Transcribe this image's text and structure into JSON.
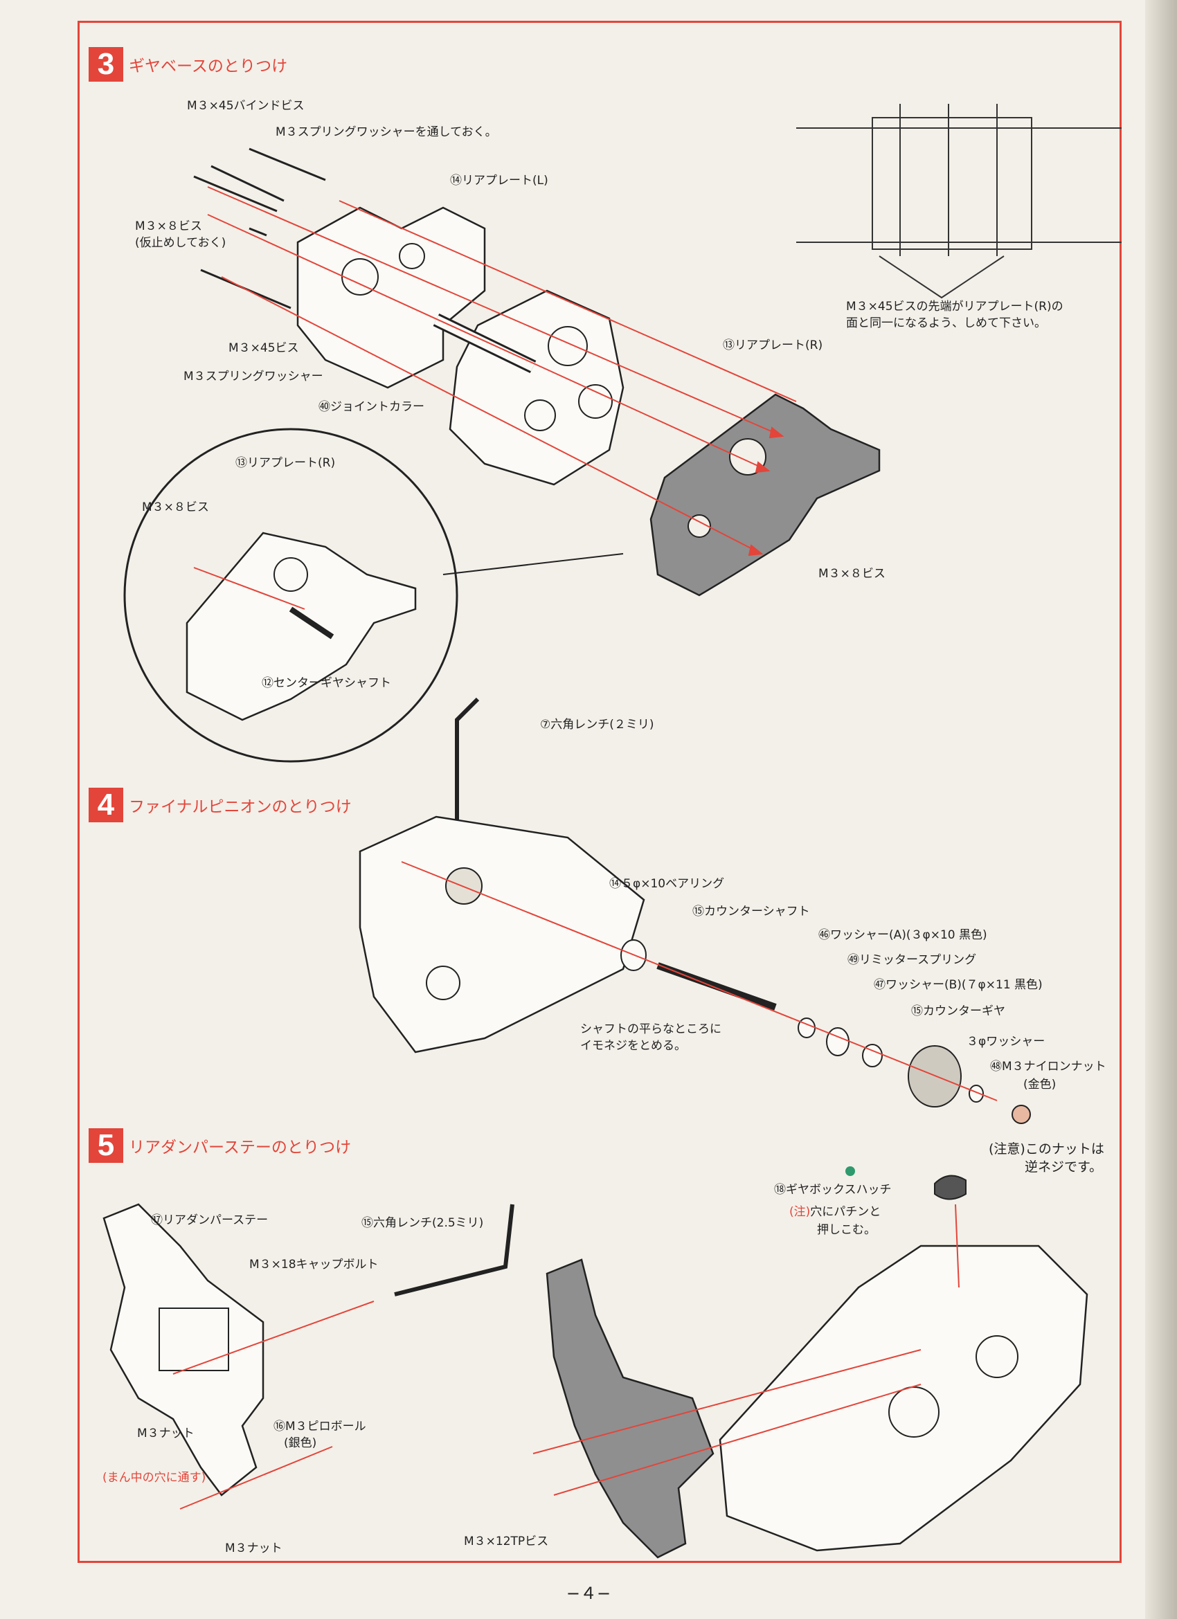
{
  "sections": [
    {
      "num": "3",
      "title": "ギヤベースのとりつけ"
    },
    {
      "num": "4",
      "title": "ファイナルピニオンのとりつけ"
    },
    {
      "num": "5",
      "title": "リアダンパーステーのとりつけ"
    }
  ],
  "sec3": {
    "bind_screw": "M３×45バインドビス",
    "spring_washer_through": "M３スプリングワッシャーを通しておく。",
    "rear_plate_l": "⑭リアプレート(L)",
    "m3x8_temp_line1": "M３×８ビス",
    "m3x8_temp_line2": "(仮止めしておく)",
    "m3x45": "M３×45ビス",
    "m3_spring_washer": "M３スプリングワッシャー",
    "joint_collar": "㊵ジョイントカラー",
    "rear_plate_r": "⑬リアプレート(R)",
    "m3x8_right": "M３×８ビス",
    "note_line1": "M３×45ビスの先端がリアプレート(R)の",
    "note_line2": "面と同一になるよう、しめて下さい。",
    "inset_rear_plate_r": "⑬リアプレート(R)",
    "inset_m3x8": "M３×８ビス",
    "inset_center_gear_shaft": "⑫センターギヤシャフト"
  },
  "sec4": {
    "hex_wrench_2": "⑦六角レンチ(２ミリ)",
    "bearing": "⑭５φ×10ベアリング",
    "counter_shaft": "⑮カウンターシャフト",
    "washer_a": "㊻ワッシャー(A)(３φ×10 黒色)",
    "limiter_spring": "㊾リミッタースプリング",
    "washer_b": "㊼ワッシャー(B)(７φ×11 黒色)",
    "counter_gear": "⑮カウンターギヤ",
    "washer_3": "３φワッシャー",
    "nylon_nut": "㊽M３ナイロンナット",
    "nylon_nut_color": "(金色)",
    "shaft_note_line1": "シャフトの平らなところに",
    "shaft_note_line2": "イモネジをとめる。",
    "caution_prefix": "(注意)",
    "caution_line1": "このナットは",
    "caution_line2": "逆ネジです。"
  },
  "sec5": {
    "rear_damper_stay": "⑰リアダンパーステー",
    "hex_wrench_25": "⑮六角レンチ(2.5ミリ)",
    "cap_bolt": "M３×18キャップボルト",
    "m3_nut_1": "M３ナット",
    "pillow_ball": "⑯M３ピロボール",
    "pillow_ball_color": "(銀色)",
    "center_hole": "(まん中の穴に通す)",
    "m3_nut_2": "M３ナット",
    "gearbox_hatch": "⑱ギヤボックスハッチ",
    "hatch_note_prefix": "(注)",
    "hatch_note_line1": "穴にパチンと",
    "hatch_note_line2": "押しこむ。",
    "tp_screw": "M３×12TPビス"
  },
  "page_number": "−４−",
  "colors": {
    "accent": "#e3453a",
    "ink": "#222222",
    "paper": "#f3f0e9",
    "plate": "#8f8f8f"
  }
}
